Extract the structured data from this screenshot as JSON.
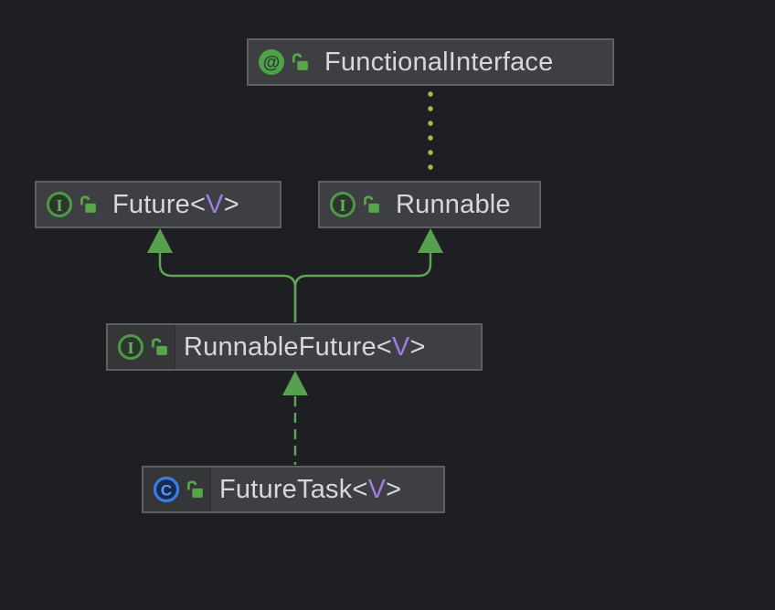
{
  "diagram": {
    "title": "java-class-hierarchy-uml-diagram",
    "colors": {
      "background": "#1e1f23",
      "node_bg": "#3d3f42",
      "node_border": "#5e6063",
      "icon_panel_bg": "#343638",
      "label_text": "#d6d8da",
      "type_param": "#9d7ce8",
      "edge_green": "#61a458",
      "annotation_dot": "#aab649",
      "annotation_icon_green": "#4da148",
      "interface_icon_green": "#4f9a48",
      "class_icon_blue": "#3b7de0",
      "lock_icon_green": "#57a64a"
    }
  },
  "syntax": {
    "generic_open": "<",
    "generic_close": ">"
  },
  "icon_glyphs": {
    "annotation": "@",
    "interface": "I",
    "class": "C"
  },
  "nodes": [
    {
      "name": "FunctionalInterface",
      "kind": "annotation",
      "type_param": ""
    },
    {
      "name": "Future",
      "kind": "interface",
      "type_param": "V"
    },
    {
      "name": "Runnable",
      "kind": "interface",
      "type_param": ""
    },
    {
      "name": "RunnableFuture",
      "kind": "interface",
      "type_param": "V"
    },
    {
      "name": "FutureTask",
      "kind": "class",
      "type_param": "V"
    }
  ],
  "edges": [
    {
      "from": "Runnable",
      "to": "FunctionalInterface",
      "style": "dotted"
    },
    {
      "from": "RunnableFuture",
      "to": "Future",
      "style": "solid"
    },
    {
      "from": "RunnableFuture",
      "to": "Runnable",
      "style": "solid"
    },
    {
      "from": "FutureTask",
      "to": "RunnableFuture",
      "style": "dashed"
    }
  ]
}
